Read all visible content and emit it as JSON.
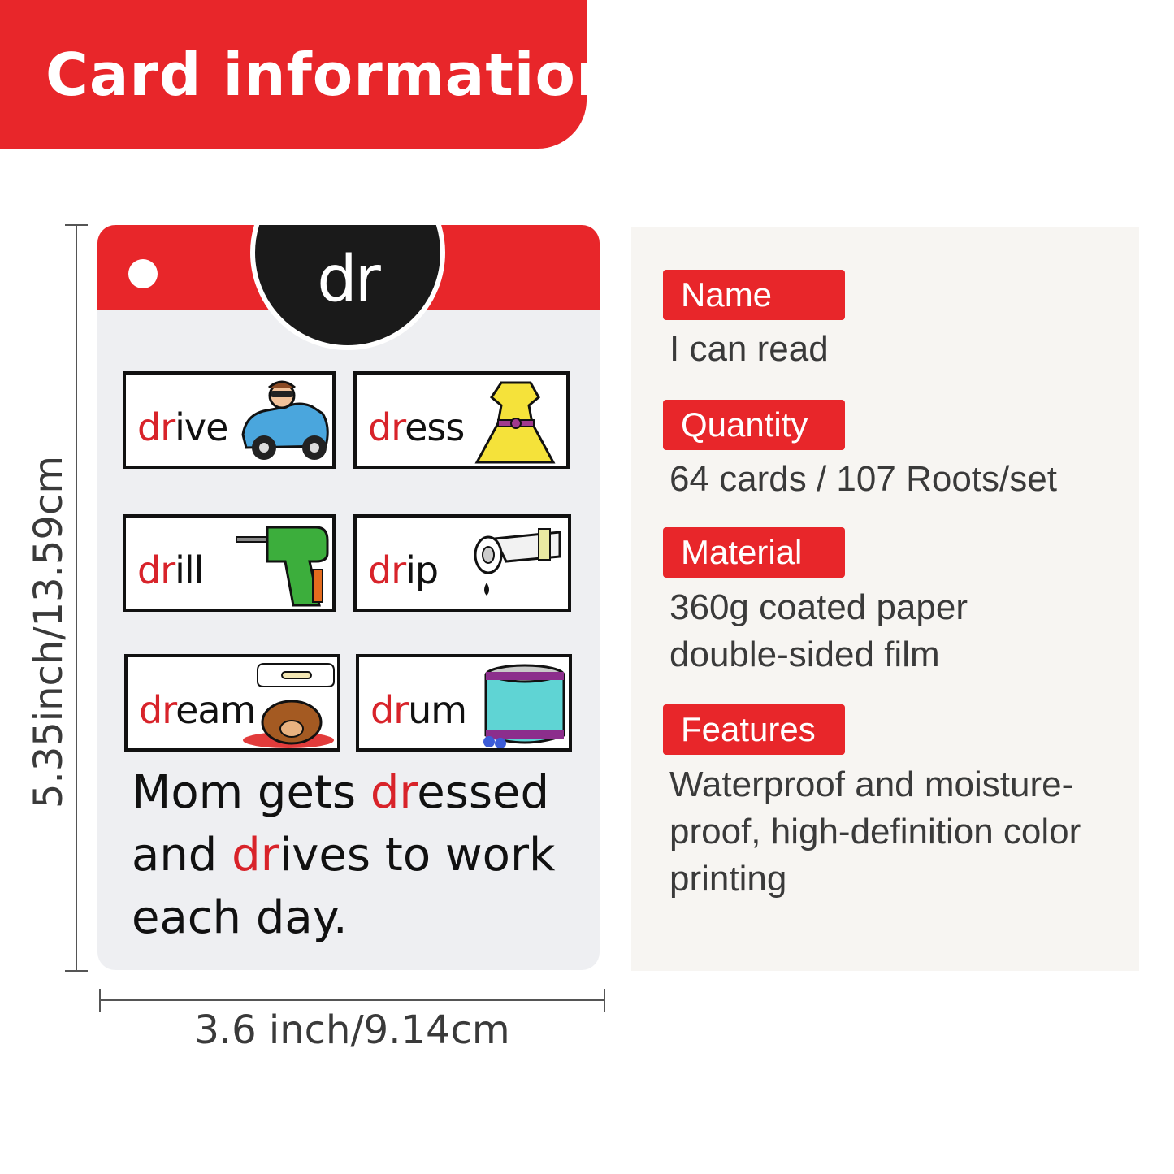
{
  "header": {
    "title": "Card information"
  },
  "dimensions": {
    "height_label": "5.35inch/13.59cm",
    "width_label": "3.6 inch/9.14cm"
  },
  "card": {
    "blend": "dr",
    "words": [
      {
        "blend": "dr",
        "rest": "ive",
        "picture": "car-icon"
      },
      {
        "blend": "dr",
        "rest": "ess",
        "picture": "dress-icon"
      },
      {
        "blend": "dr",
        "rest": "ill",
        "picture": "drill-icon"
      },
      {
        "blend": "dr",
        "rest": "ip",
        "picture": "faucet-icon"
      },
      {
        "blend": "dr",
        "rest": "eam",
        "picture": "sleeping-dog-icon"
      },
      {
        "blend": "dr",
        "rest": "um",
        "picture": "drum-icon"
      }
    ],
    "sentence": {
      "p1": "Mom gets ",
      "b1": "dr",
      "p2": "essed and ",
      "b2": "dr",
      "p3": "ives to work each day."
    }
  },
  "info": {
    "name": {
      "label": "Name",
      "value": "I can read"
    },
    "quantity": {
      "label": "Quantity",
      "value": "64 cards / 107 Roots/set"
    },
    "material": {
      "label": "Material",
      "line1": "360g coated paper",
      "line2": "double-sided film"
    },
    "features": {
      "label": "Features",
      "line1": "Waterproof and moisture-",
      "line2": "proof, high-definition color",
      "line3": "printing"
    }
  },
  "colors": {
    "accent": "#e8262a",
    "panel": "#f7f5f2",
    "card": "#eeeff2"
  }
}
